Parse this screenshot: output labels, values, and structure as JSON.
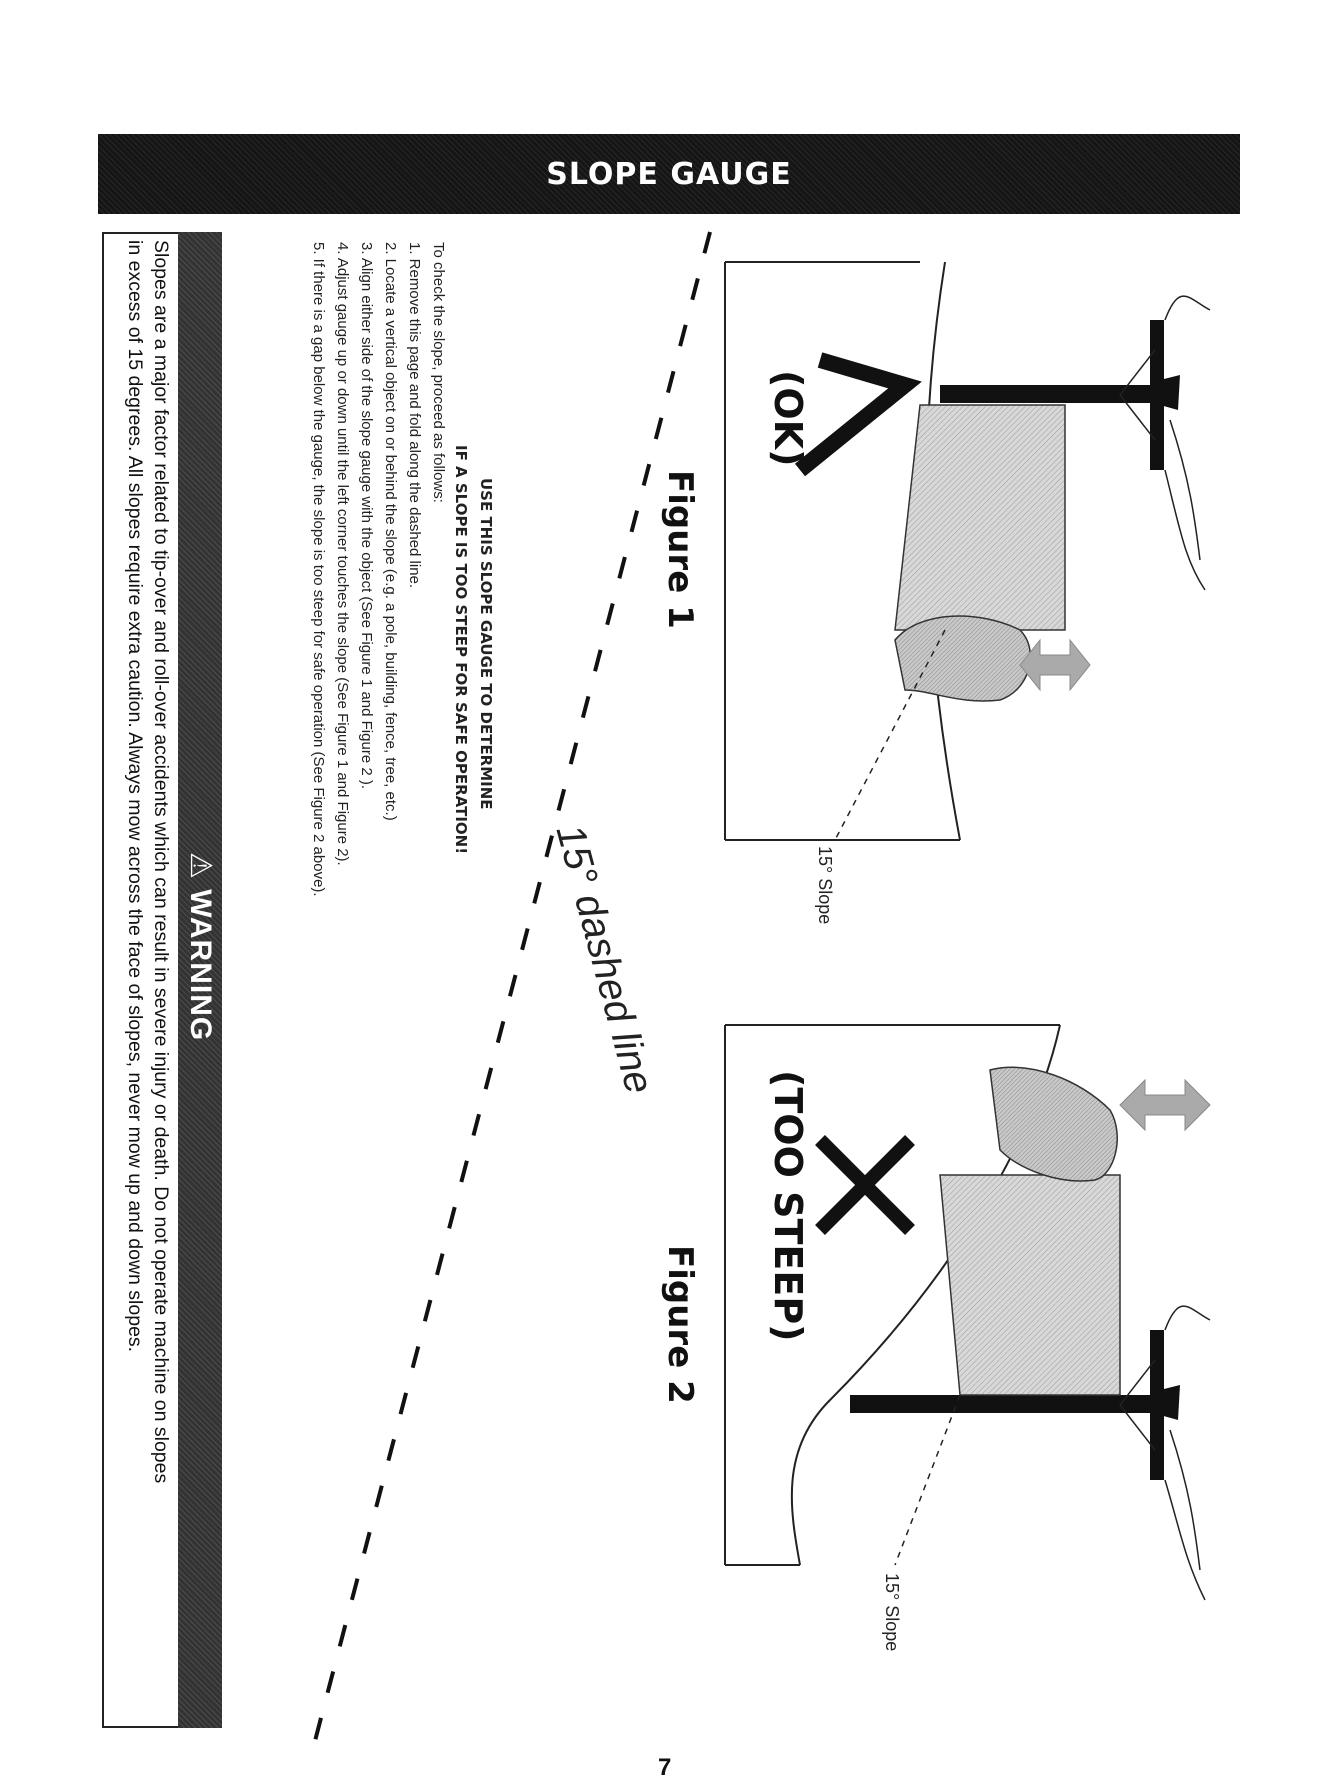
{
  "header": {
    "title": "SLOPE GAUGE"
  },
  "figure1": {
    "label": "Figure 1",
    "status": "(OK)",
    "slope_label": "15° Slope"
  },
  "figure2": {
    "label": "Figure 2",
    "status": "(TOO STEEP)",
    "slope_label": "15° Slope"
  },
  "gauge_line": {
    "label": "15° dashed line"
  },
  "instructions": {
    "headline_1": "USE THIS SLOPE GAUGE TO DETERMINE",
    "headline_2": "IF A SLOPE IS TOO STEEP FOR SAFE OPERATION!",
    "intro": "To check the slope, proceed as follows:",
    "steps": [
      "1.  Remove this page and fold along the dashed line.",
      "2.  Locate a vertical object on or behind the slope (e.g. a pole, building, fence, tree, etc.)",
      "3.  Align either side of the slope gauge with the object (See Figure 1 and Figure 2 ).",
      "4.  Adjust gauge up or down until the left corner touches the slope (See Figure 1 and Figure 2).",
      "5.  If there is a gap below the gauge, the slope is too steep for safe operation (See Figure 2 above)."
    ]
  },
  "warning": {
    "title": "WARNING",
    "line_1": "Slopes are a major factor related to tip-over and roll-over accidents which can result in severe injury or death. Do not operate machine on slopes",
    "line_2": "in excess of 15 degrees. All slopes require extra caution. Always mow across the face of slopes, never mow up and down slopes."
  },
  "page": {
    "number": "7"
  }
}
